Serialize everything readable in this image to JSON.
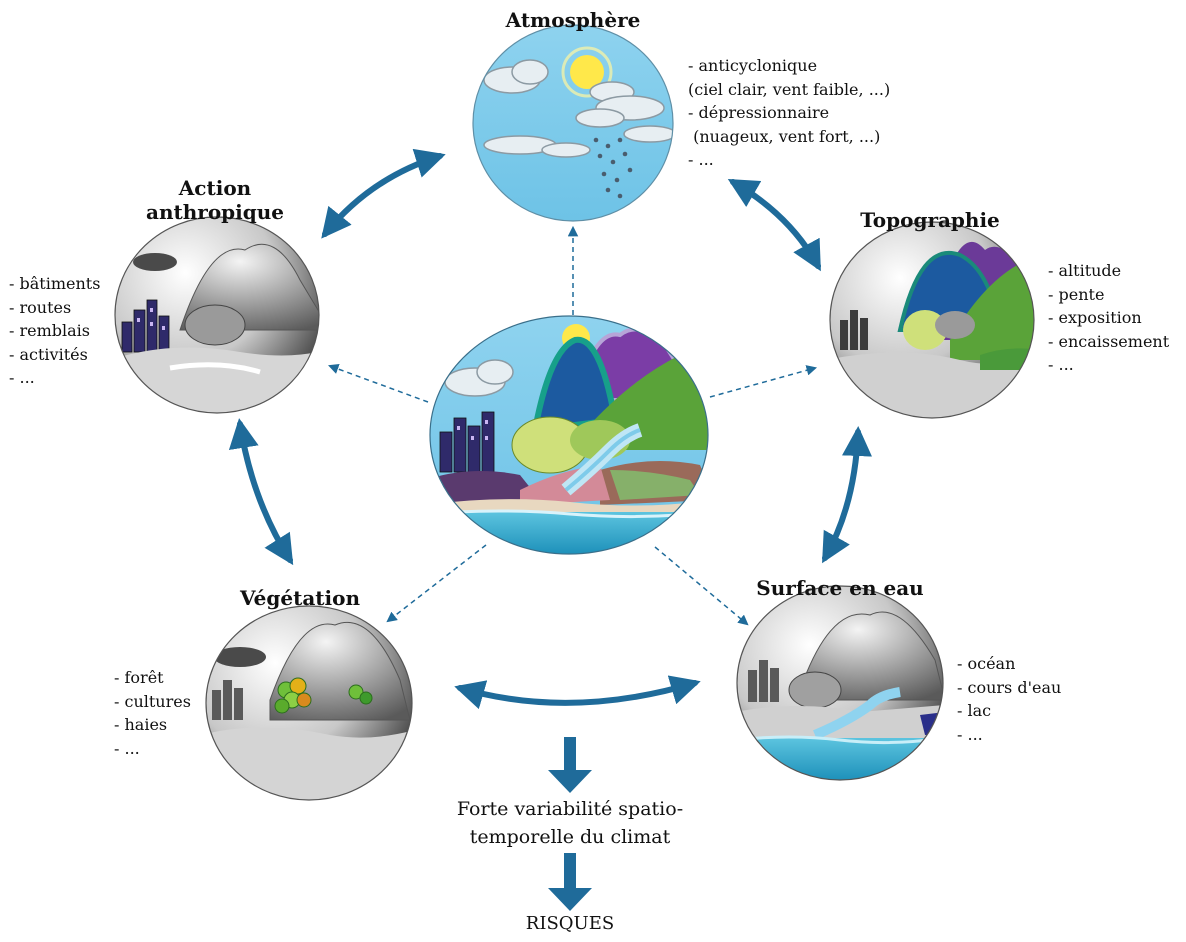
{
  "nodes": {
    "atmosphere": {
      "title": "Atmosphère",
      "items": [
        "- anticyclonique",
        "(ciel clair, vent faible, ...)",
        "- dépressionnaire",
        " (nuageux, vent fort, ...)",
        "- ..."
      ]
    },
    "action": {
      "title_line1": "Action",
      "title_line2": "anthropique",
      "items": [
        "- bâtiments",
        "- routes",
        "- remblais",
        "- activités",
        "- ..."
      ]
    },
    "topographie": {
      "title": "Topographie",
      "items": [
        "- altitude",
        "- pente",
        "- exposition",
        "- encaissement",
        "- ..."
      ]
    },
    "vegetation": {
      "title": "Végétation",
      "items": [
        "- forêt",
        "- cultures",
        "- haies",
        "- ..."
      ]
    },
    "surface_eau": {
      "title": "Surface en eau",
      "items": [
        "- océan",
        "- cours d'eau",
        "- lac",
        "- ..."
      ]
    }
  },
  "outcome": {
    "line1": "Forte variabilité spatio-",
    "line2": "temporelle du climat",
    "final": "RISQUES"
  },
  "colors": {
    "arrow": "#1f6b9a",
    "sky": "#7ecbea",
    "water": "#2aa6c8"
  },
  "icons": {
    "center": "landscape-color-icon",
    "atmosphere": "sky-weather-icon",
    "action": "urban-greyscale-icon",
    "topographie": "mountain-greyscale-icon",
    "vegetation": "vegetation-greyscale-icon",
    "surface_eau": "water-greyscale-icon"
  }
}
